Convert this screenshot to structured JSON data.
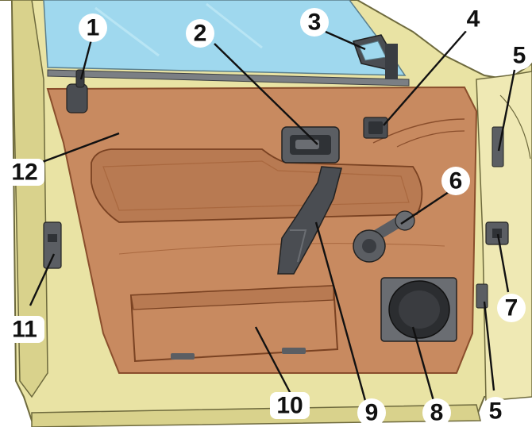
{
  "callouts": [
    {
      "id": "c1",
      "text": "1"
    },
    {
      "id": "c2",
      "text": "2"
    },
    {
      "id": "c3",
      "text": "3"
    },
    {
      "id": "c4",
      "text": "4"
    },
    {
      "id": "c5a",
      "text": "5"
    },
    {
      "id": "c6",
      "text": "6"
    },
    {
      "id": "c7",
      "text": "7"
    },
    {
      "id": "c8",
      "text": "8"
    },
    {
      "id": "c9",
      "text": "9"
    },
    {
      "id": "c10",
      "text": "10"
    },
    {
      "id": "c11",
      "text": "11"
    },
    {
      "id": "c12",
      "text": "12"
    },
    {
      "id": "c5b",
      "text": "5"
    }
  ],
  "colors": {
    "body_paint": "#e9e3a4",
    "body_shadow": "#c9c27a",
    "glass": "#9fd8ee",
    "trim_panel": "#c88a60",
    "trim_dark": "#8a4e2c",
    "hardware": "#4a4d52",
    "speaker": "#2b2d30"
  }
}
